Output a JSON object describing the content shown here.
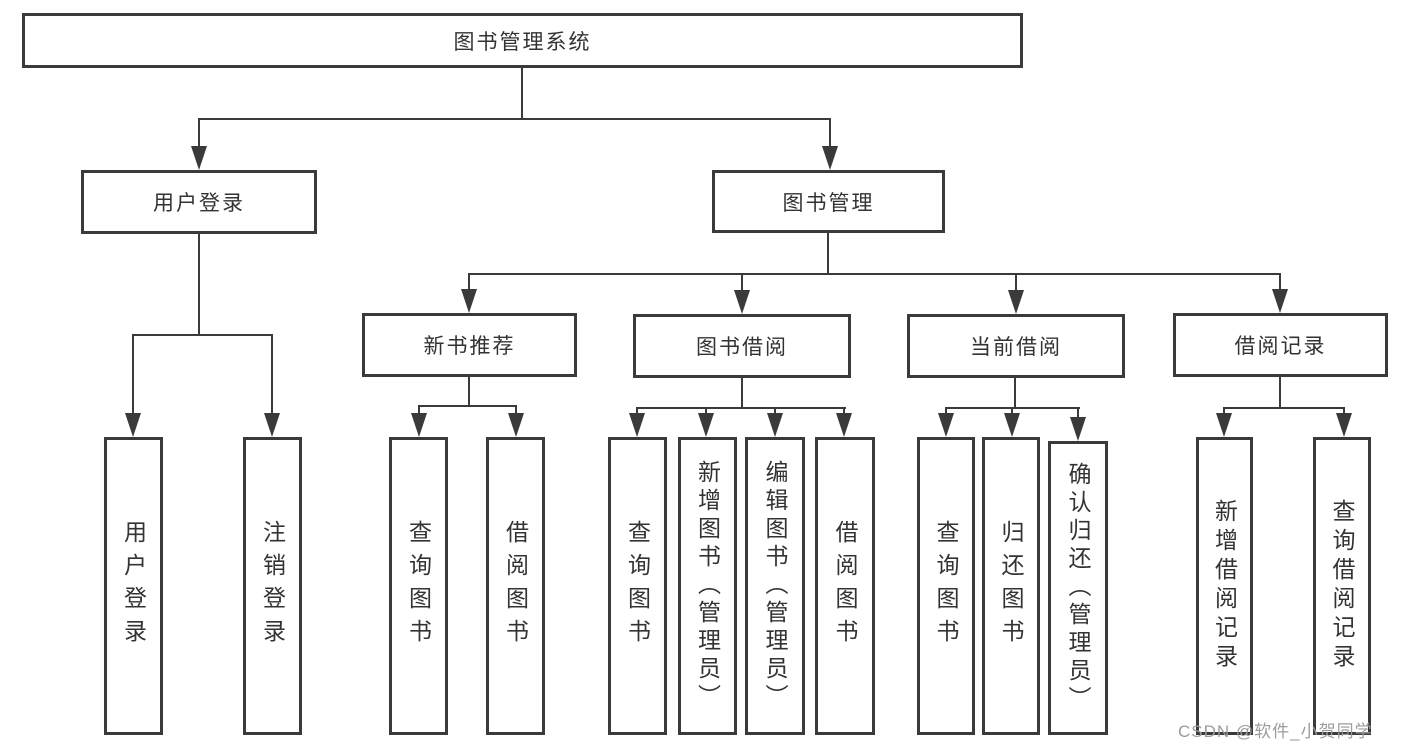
{
  "colors": {
    "line": "#3a3a3a",
    "box_border": "#3a3a3a",
    "text": "#333333",
    "background": "#ffffff",
    "watermark_text": "#9c9c9c"
  },
  "tree": {
    "root": {
      "label": "图书管理系统",
      "children": [
        {
          "label": "用户登录",
          "children": [
            {
              "label": "用户登录"
            },
            {
              "label": "注销登录"
            }
          ]
        },
        {
          "label": "图书管理",
          "children": [
            {
              "label": "新书推荐",
              "children": [
                {
                  "label": "查询图书"
                },
                {
                  "label": "借阅图书"
                }
              ]
            },
            {
              "label": "图书借阅",
              "children": [
                {
                  "label": "查询图书"
                },
                {
                  "label": "新增图书（管理员）"
                },
                {
                  "label": "编辑图书（管理员）"
                },
                {
                  "label": "借阅图书"
                }
              ]
            },
            {
              "label": "当前借阅",
              "children": [
                {
                  "label": "查询图书"
                },
                {
                  "label": "归还图书"
                },
                {
                  "label": "确认归还（管理员）"
                }
              ]
            },
            {
              "label": "借阅记录",
              "children": [
                {
                  "label": "新增借阅记录"
                },
                {
                  "label": "查询借阅记录"
                }
              ]
            }
          ]
        }
      ]
    }
  },
  "watermark": {
    "text": "CSDN @软件_小贺同学"
  }
}
